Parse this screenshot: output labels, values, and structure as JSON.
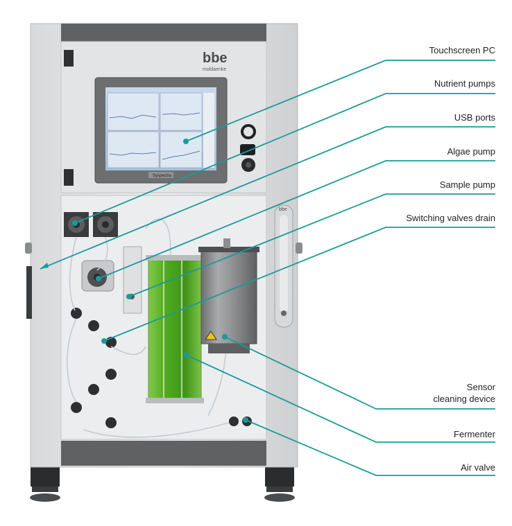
{
  "device": {
    "brand": "bbe",
    "brand_sub": "moldaenke",
    "screen_brand": "Syspectra",
    "probe_brand": "bbe",
    "accent_color": "#1a9a9a",
    "culture_color": "#59b52a",
    "warning_color": "#f2c21a"
  },
  "callouts": [
    {
      "id": "touchscreen-pc",
      "text": "Touchscreen PC"
    },
    {
      "id": "nutrient-pumps",
      "text": "Nutrient pumps"
    },
    {
      "id": "usb-ports",
      "text": "USB ports"
    },
    {
      "id": "algae-pump",
      "text": "Algae pump"
    },
    {
      "id": "sample-pump",
      "text": "Sample pump"
    },
    {
      "id": "switching-valves-drain",
      "text": "Switching valves drain"
    },
    {
      "id": "sensor-cleaning-device",
      "text": "Sensor",
      "text2": "cleaning device"
    },
    {
      "id": "fermenter",
      "text": "Fermenter"
    },
    {
      "id": "air-valve",
      "text": "Air valve"
    }
  ]
}
